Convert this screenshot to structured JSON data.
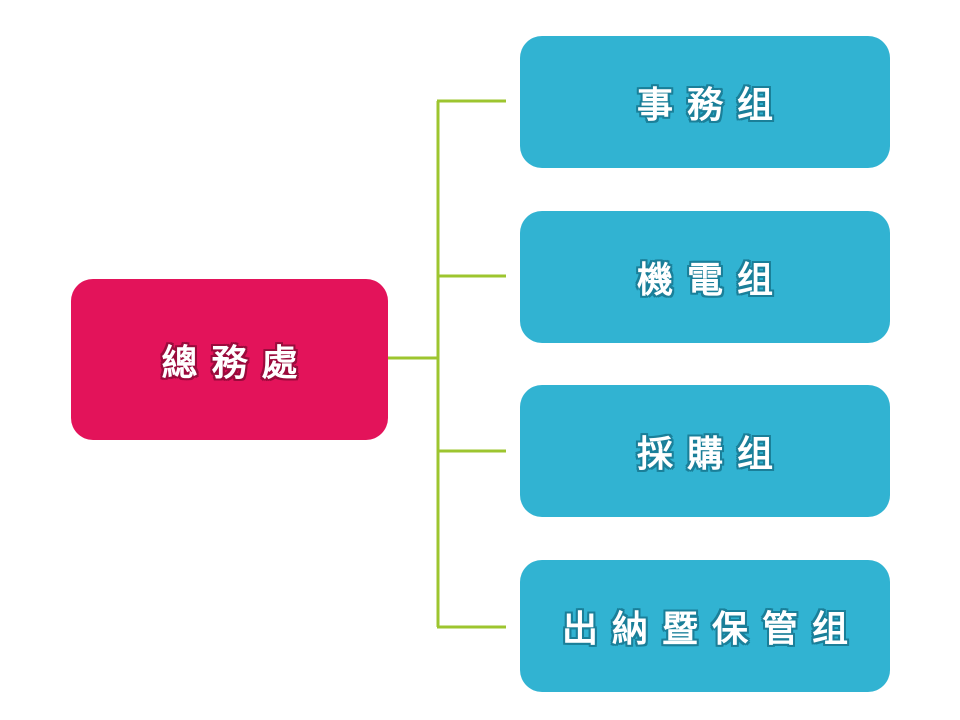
{
  "diagram": {
    "colors": {
      "root": "#e3135a",
      "child": "#31b3d2",
      "connector": "#9dc52f"
    },
    "root": {
      "label": "總務處"
    },
    "children": [
      {
        "label": "事務组"
      },
      {
        "label": "機電组"
      },
      {
        "label": "採購组"
      },
      {
        "label": "出納暨保管组"
      }
    ]
  }
}
